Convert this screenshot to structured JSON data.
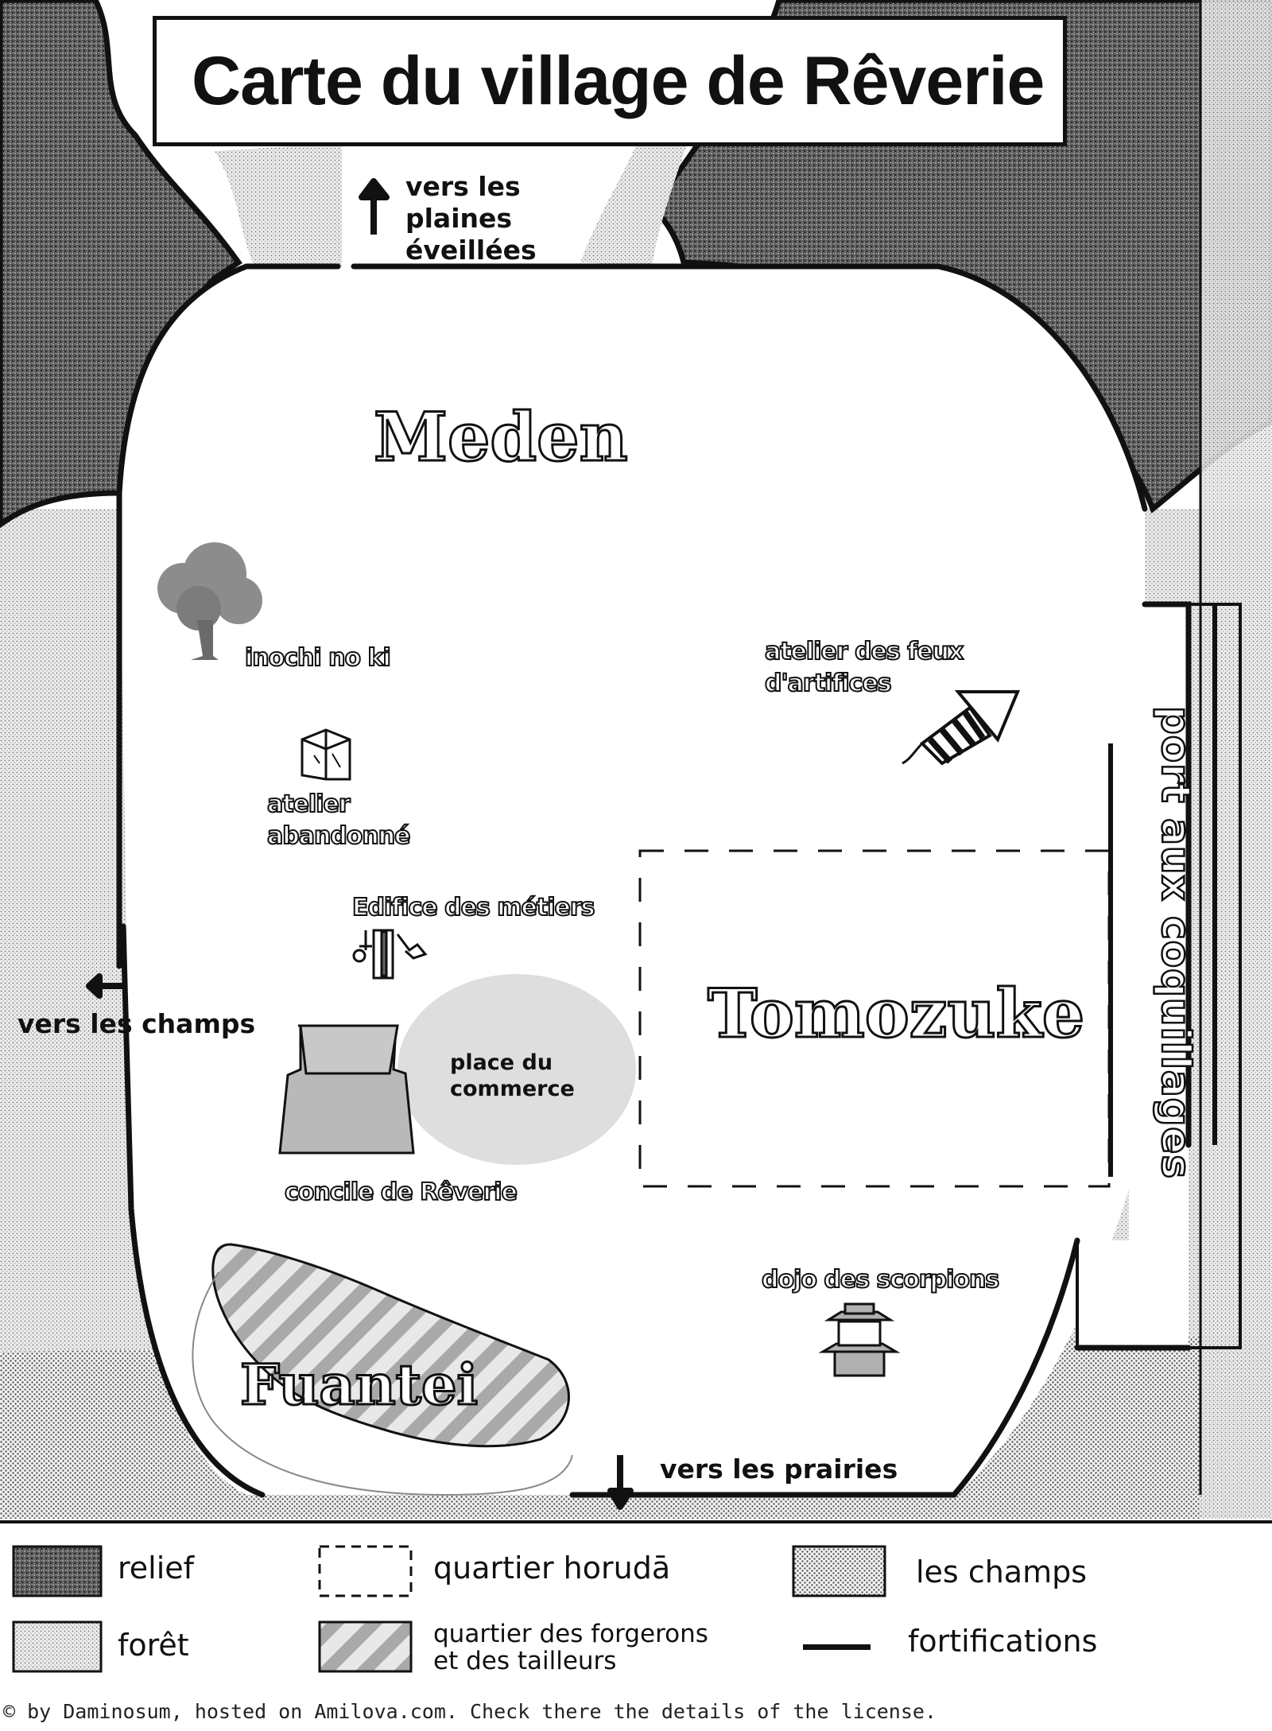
{
  "title": "Carte du village de Rêverie",
  "directions": {
    "north": [
      "vers les",
      "plaines",
      "éveillées"
    ],
    "west": "vers les champs",
    "south": "vers les prairies"
  },
  "districts": {
    "meden": "Meden",
    "tomozuke": "Tomozuke",
    "fuantei": "Fuantei"
  },
  "places": {
    "tree": "inochi no ki",
    "workshop": [
      "atelier",
      "abandonné"
    ],
    "trades": "Edifice des métiers",
    "market": [
      "place du",
      "commerce"
    ],
    "council": "concile de Rêverie",
    "fireworks": [
      "atelier des feux",
      "d'artifices"
    ],
    "dojo": "dojo des scorpions",
    "port": "port aux coquillages"
  },
  "legend": {
    "relief": "relief",
    "foret": "forêt",
    "horuda": "quartier horudā",
    "forgerons": [
      "quartier des forgerons",
      "et des tailleurs"
    ],
    "champs": "les champs",
    "fortifications": "fortifications"
  },
  "credit": "© by Daminosum, hosted on Amilova.com. Check there the details of the license.",
  "colors": {
    "ink": "#111111",
    "relief": "#6a6a6a",
    "forest": "#d8d8d8",
    "fields": "#c8c8c8",
    "market": "#dedede",
    "building": "#b9b9b9"
  }
}
